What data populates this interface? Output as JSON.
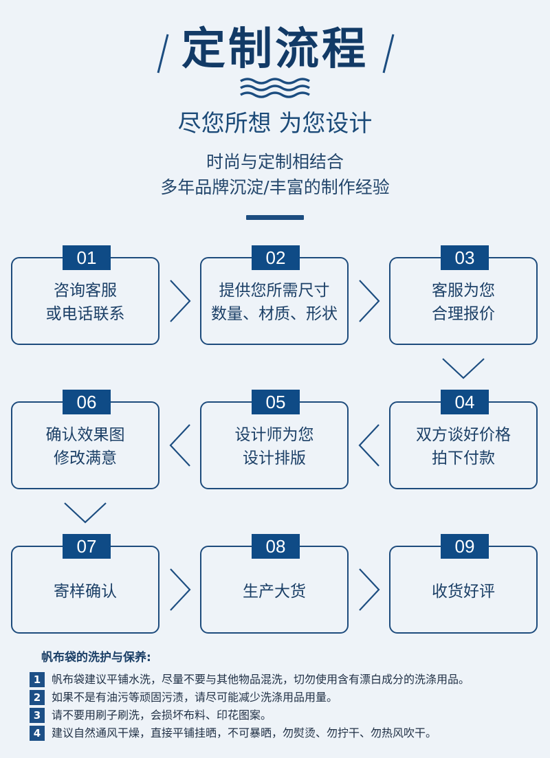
{
  "header": {
    "title": "定制流程",
    "subtitle": "尽您所想 为您设计",
    "tagline_1": "时尚与定制相结合",
    "tagline_2": "多年品牌沉淀/丰富的制作经验"
  },
  "steps": [
    {
      "num": "01",
      "line1": "咨询客服",
      "line2": "或电话联系"
    },
    {
      "num": "02",
      "line1": "提供您所需尺寸",
      "line2": "数量、材质、形状"
    },
    {
      "num": "03",
      "line1": "客服为您",
      "line2": "合理报价"
    },
    {
      "num": "04",
      "line1": "双方谈好价格",
      "line2": "拍下付款"
    },
    {
      "num": "05",
      "line1": "设计师为您",
      "line2": "设计排版"
    },
    {
      "num": "06",
      "line1": "确认效果图",
      "line2": "修改满意"
    },
    {
      "num": "07",
      "line1": "寄样确认",
      "line2": ""
    },
    {
      "num": "08",
      "line1": "生产大货",
      "line2": ""
    },
    {
      "num": "09",
      "line1": "收货好评",
      "line2": ""
    }
  ],
  "care": {
    "title": "帆布袋的洗护与保养:",
    "items": [
      {
        "num": "1",
        "text": "帆布袋建议平铺水洗，尽量不要与其他物品混洗，切勿使用含有漂白成分的洗涤用品。"
      },
      {
        "num": "2",
        "text": "如果不是有油污等顽固污渍，请尽可能减少洗涤用品用量。"
      },
      {
        "num": "3",
        "text": "请不要用刷子刷洗，会损坏布料、印花图案。"
      },
      {
        "num": "4",
        "text": "建议自然通风干燥，直接平铺挂晒，不可暴晒，勿熨烫、勿拧干、勿热风吹干。"
      }
    ]
  },
  "colors": {
    "primary": "#0f4b86",
    "background": "#eef3f8",
    "text": "#1b3f66"
  }
}
